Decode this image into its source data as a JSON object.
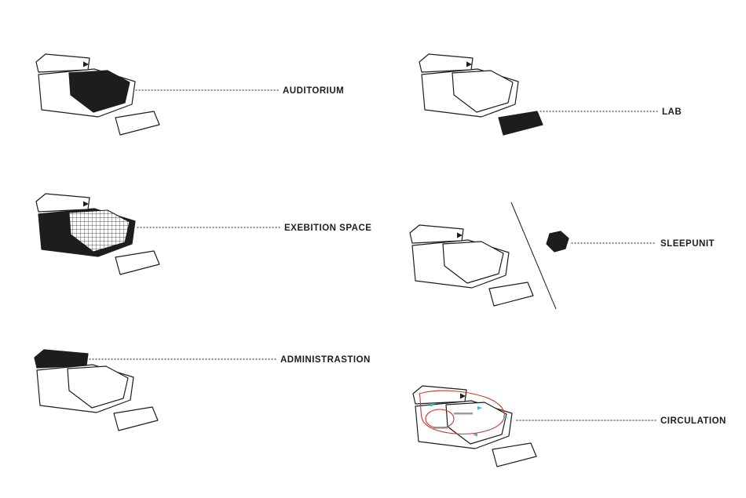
{
  "colors": {
    "ink": "#1d1d1b",
    "paper": "#ffffff",
    "red": "#c03a30",
    "cyan": "#45b6c6"
  },
  "diagrams": [
    {
      "label": "AUDITORIUM"
    },
    {
      "label": "LAB"
    },
    {
      "label": "EXEBITION SPACE"
    },
    {
      "label": "SLEEPUNIT"
    },
    {
      "label": "ADMINISTRASTION"
    },
    {
      "label": "CIRCULATION"
    }
  ]
}
